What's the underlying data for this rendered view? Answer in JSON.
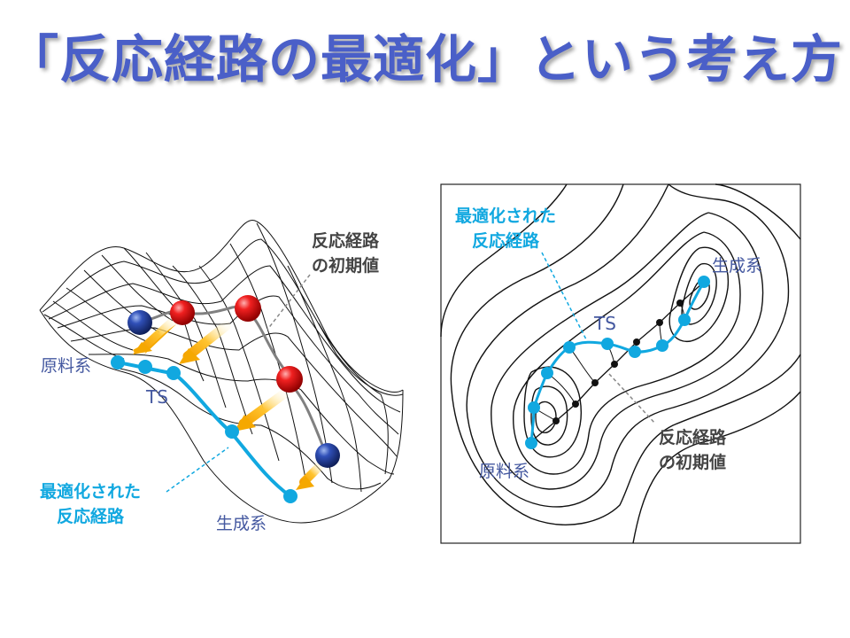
{
  "title": "「反応経路の最適化」という考え方",
  "left_panel": {
    "reactant_label": "原料系",
    "ts_label": "TS",
    "product_label": "生成系",
    "initial_path_label": [
      "反応経路",
      "の初期値"
    ],
    "optimized_path_label": [
      "最適化された",
      "反応経路"
    ]
  },
  "right_panel": {
    "reactant_label": "原料系",
    "ts_label": "TS",
    "product_label": "生成系",
    "initial_path_label": [
      "反応経路",
      "の初期値"
    ],
    "optimized_path_label": [
      "最適化された",
      "反応経路"
    ]
  },
  "colors": {
    "title": "#4a5fc8",
    "optimized_path": "#11a8e0",
    "initial_path": "#808080",
    "arrow": "#f5a800",
    "ball_red": "#e01010",
    "ball_blue": "#2040a0",
    "label_blue": "#4458a0",
    "label_gray": "#444444"
  }
}
